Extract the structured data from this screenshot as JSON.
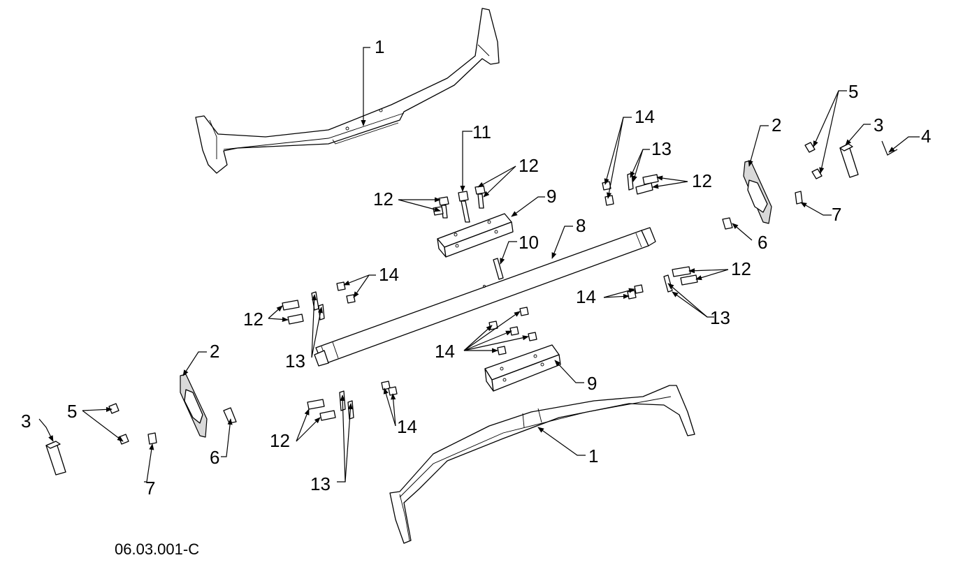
{
  "drawing_number": "06.03.001-C",
  "callouts": {
    "c1_top": "1",
    "c1_bottom": "1",
    "c2_right": "2",
    "c2_left": "2",
    "c3_right": "3",
    "c3_left": "3",
    "c4": "4",
    "c5_right": "5",
    "c5_left": "5",
    "c6_right": "6",
    "c6_left": "6",
    "c7_right": "7",
    "c7_left": "7",
    "c8": "8",
    "c9_top": "9",
    "c9_bottom": "9",
    "c10": "10",
    "c11": "11",
    "c12_a": "12",
    "c12_b": "12",
    "c12_c": "12",
    "c12_d": "12",
    "c12_e": "12",
    "c12_f": "12",
    "c13_a": "13",
    "c13_b": "13",
    "c13_c": "13",
    "c13_d": "13",
    "c14_a": "14",
    "c14_b": "14",
    "c14_c": "14",
    "c14_d": "14",
    "c14_e": "14"
  }
}
